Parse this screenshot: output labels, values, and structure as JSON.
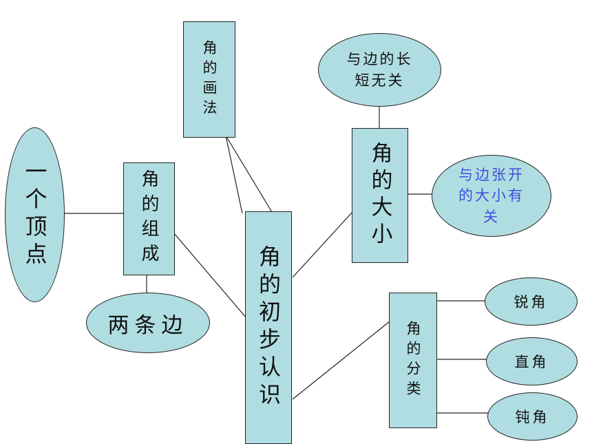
{
  "center": {
    "label": "角的初步认识"
  },
  "composition": {
    "label": "角的组成",
    "vertex": "一个顶点",
    "sides": "两条边"
  },
  "drawing": {
    "label": "角的画法"
  },
  "size": {
    "label": "角的大小",
    "independent": "与边的长短无关",
    "related": "与边张开的大小有关"
  },
  "classification": {
    "label": "角的分类",
    "acute": "锐角",
    "right": "直角",
    "obtuse": "钝角"
  },
  "colors": {
    "node_fill": "#b0dde1",
    "line": "#222222",
    "accent_text": "#3f4fe0"
  }
}
